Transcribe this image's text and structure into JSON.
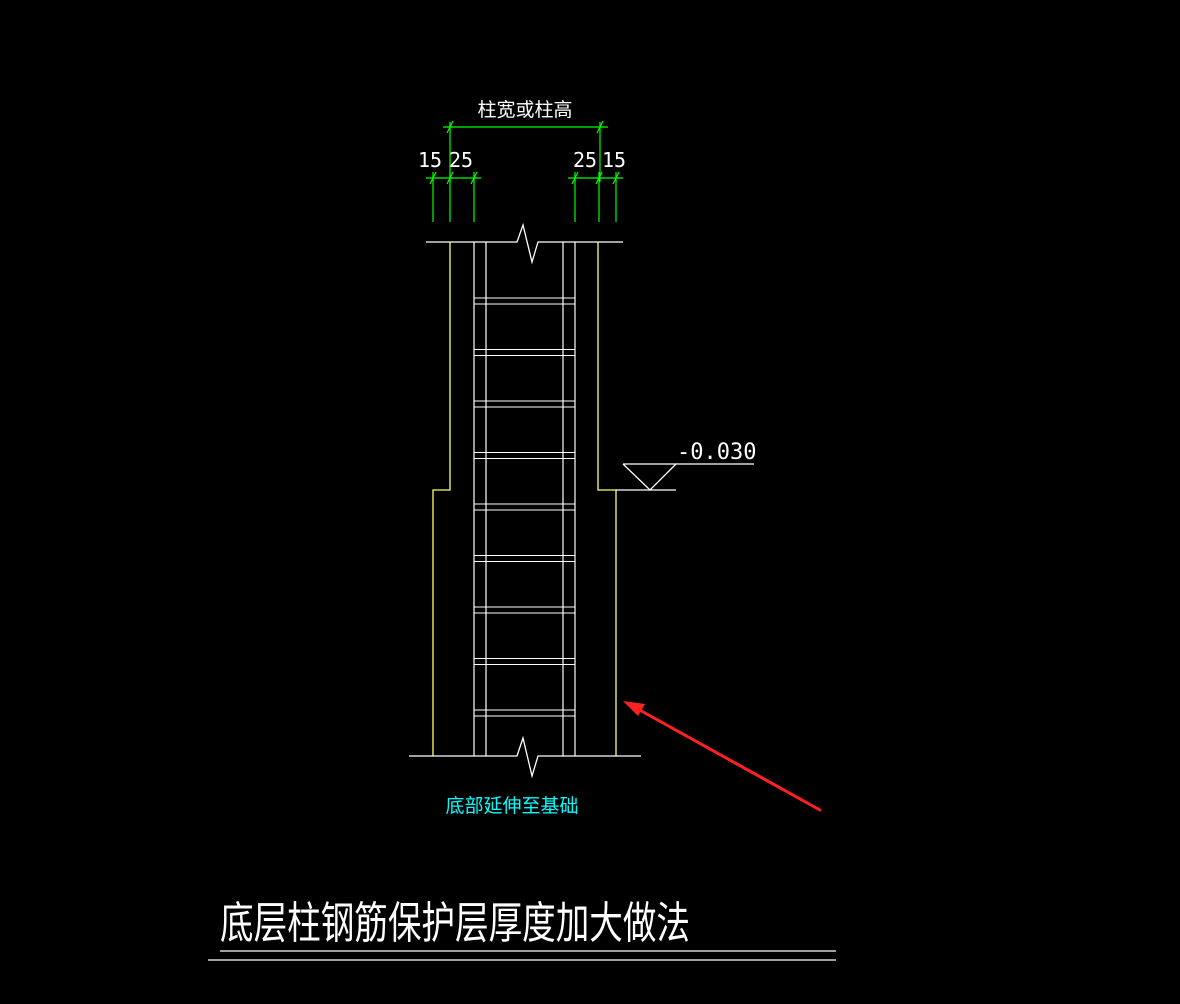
{
  "drawing": {
    "title": "底层柱钢筋保护层厚度加大做法",
    "dim_top_label": "柱宽或柱高",
    "dim_left_outer": "15",
    "dim_left_inner": "25",
    "dim_right_inner": "25",
    "dim_right_outer": "15",
    "elevation_label": "-0.030",
    "bottom_note": "底部延伸至基础",
    "stirrup_count": 9
  },
  "colors": {
    "background": "#000000",
    "dimension": "#00ff00",
    "rebar": "#ffffff",
    "concrete_outline": "#ffff66",
    "note": "#00ffff",
    "arrow": "#ff2020",
    "title": "#ffffff"
  }
}
